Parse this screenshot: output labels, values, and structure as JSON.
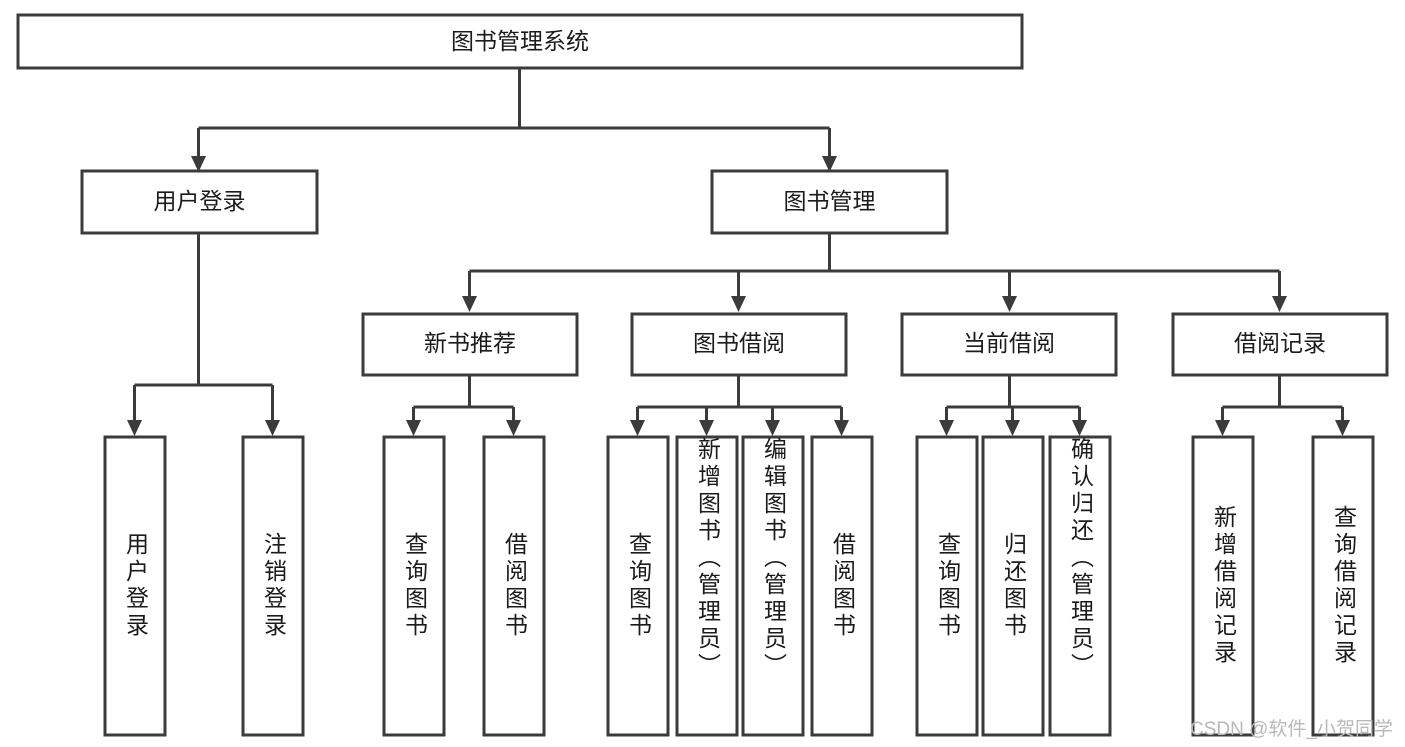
{
  "diagram": {
    "type": "tree",
    "title": "图书管理系统",
    "orientation": "top-down",
    "colors": {
      "box_stroke": "#3b3b3b",
      "box_fill": "#ffffff",
      "text": "#1b1b1b",
      "background": "#ffffff",
      "watermark": "#b9b9b9"
    },
    "root": {
      "label": "图书管理系统"
    },
    "level2": [
      {
        "label": "用户登录"
      },
      {
        "label": "图书管理"
      }
    ],
    "level3": [
      {
        "label": "新书推荐"
      },
      {
        "label": "图书借阅"
      },
      {
        "label": "当前借阅"
      },
      {
        "label": "借阅记录"
      }
    ],
    "leaves": {
      "user_login": [
        {
          "label": "用户登录"
        },
        {
          "label": "注销登录"
        }
      ],
      "new_book": [
        {
          "label": "查询图书"
        },
        {
          "label": "借阅图书"
        }
      ],
      "book_borrow": [
        {
          "label": "查询图书"
        },
        {
          "label": "新增图书（管理员）"
        },
        {
          "label": "编辑图书（管理员）"
        },
        {
          "label": "借阅图书"
        }
      ],
      "current_borrow": [
        {
          "label": "查询图书"
        },
        {
          "label": "归还图书"
        },
        {
          "label": "确认归还（管理员）"
        }
      ],
      "borrow_record": [
        {
          "label": "新增借阅记录"
        },
        {
          "label": "查询借阅记录"
        }
      ]
    }
  },
  "watermark": {
    "text": "CSDN @软件_小贺同学"
  }
}
